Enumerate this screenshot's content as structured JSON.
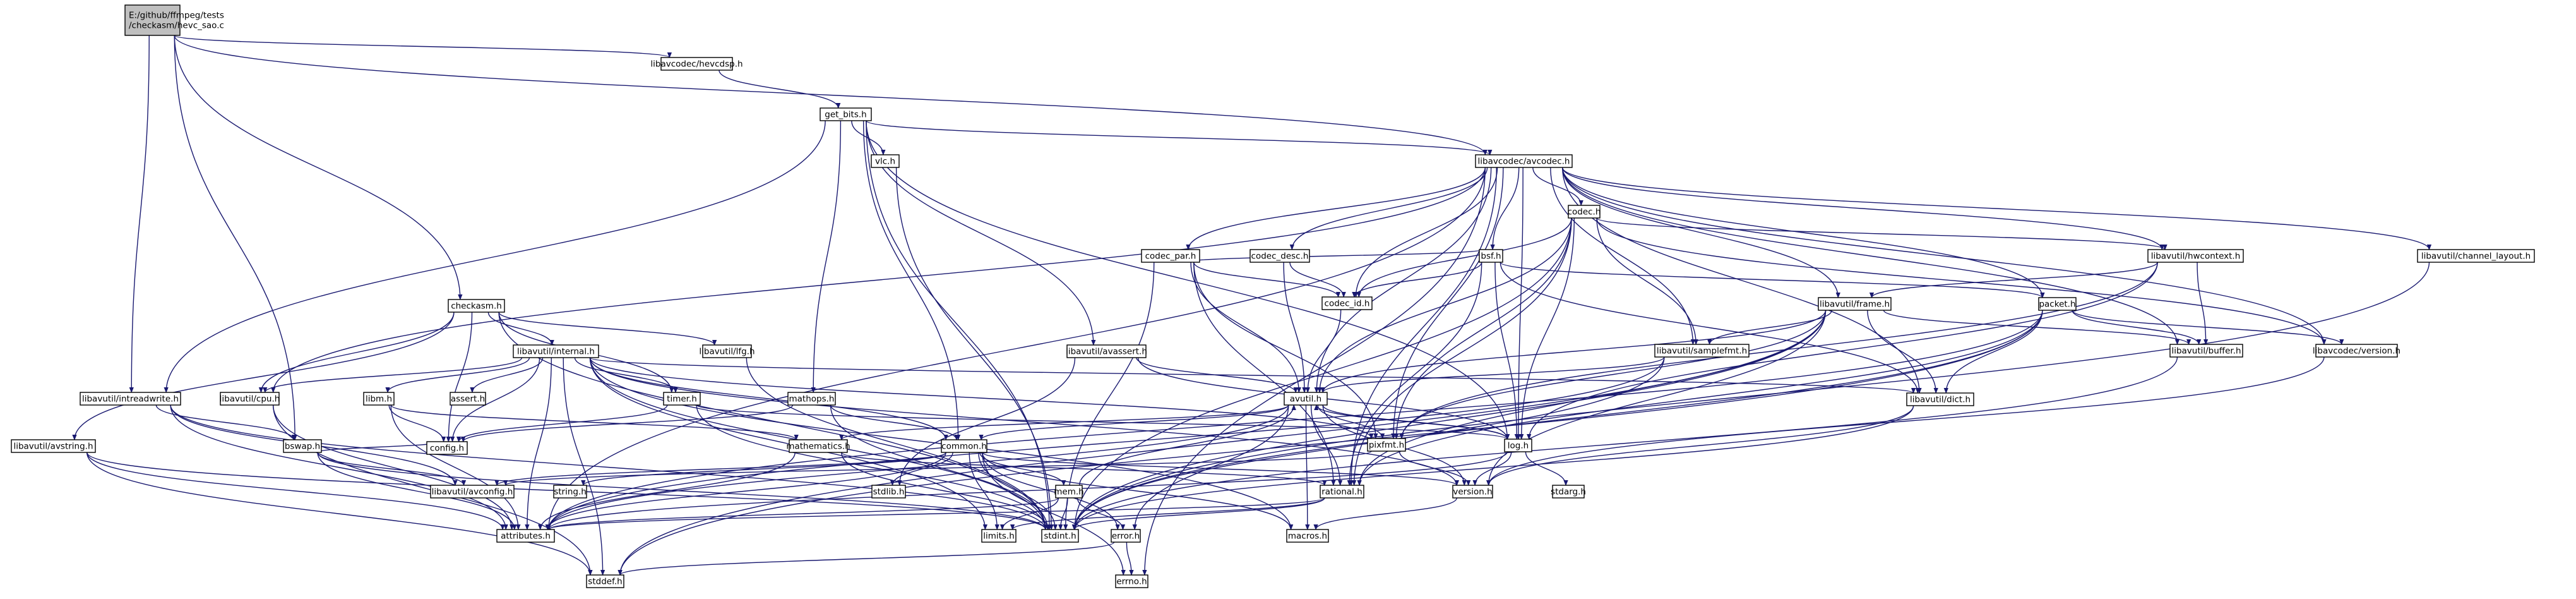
{
  "graph": {
    "title": "",
    "colors": {
      "edge": "#191970",
      "node_fill": "#ffffff",
      "root_fill": "#bfbfbf",
      "node_border": "#000000",
      "truncated_border": "#ff0000"
    },
    "nodes": [
      {
        "id": "root",
        "lines": [
          "E:/github/ffmpeg/tests",
          "/checkasm/hevc_sao.c"
        ],
        "root": true
      },
      {
        "id": "hevcdsp",
        "lines": [
          "libavcodec/hevcdsp.h"
        ]
      },
      {
        "id": "get_bits",
        "lines": [
          "get_bits.h"
        ]
      },
      {
        "id": "vlc",
        "lines": [
          "vlc.h"
        ]
      },
      {
        "id": "avcodec",
        "lines": [
          "libavcodec/avcodec.h"
        ]
      },
      {
        "id": "codec",
        "lines": [
          "codec.h"
        ]
      },
      {
        "id": "bsf",
        "lines": [
          "bsf.h"
        ]
      },
      {
        "id": "codec_par",
        "lines": [
          "codec_par.h"
        ]
      },
      {
        "id": "codec_desc",
        "lines": [
          "codec_desc.h"
        ]
      },
      {
        "id": "codec_id",
        "lines": [
          "codec_id.h"
        ]
      },
      {
        "id": "hwcontext",
        "lines": [
          "libavutil/hwcontext.h"
        ]
      },
      {
        "id": "packet",
        "lines": [
          "packet.h"
        ]
      },
      {
        "id": "frame",
        "lines": [
          "libavutil/frame.h"
        ]
      },
      {
        "id": "samplefmt",
        "lines": [
          "libavutil/samplefmt.h"
        ]
      },
      {
        "id": "buffer",
        "lines": [
          "libavutil/buffer.h"
        ]
      },
      {
        "id": "avc_version",
        "lines": [
          "libavcodec/version.h"
        ]
      },
      {
        "id": "channel_layout",
        "lines": [
          "libavutil/channel_layout.h"
        ]
      },
      {
        "id": "checkasm",
        "lines": [
          "checkasm.h"
        ]
      },
      {
        "id": "internal",
        "lines": [
          "libavutil/internal.h"
        ]
      },
      {
        "id": "lfg",
        "lines": [
          "libavutil/lfg.h"
        ]
      },
      {
        "id": "avassert",
        "lines": [
          "libavutil/avassert.h"
        ]
      },
      {
        "id": "avutil",
        "lines": [
          "avutil.h"
        ]
      },
      {
        "id": "dict",
        "lines": [
          "libavutil/dict.h"
        ]
      },
      {
        "id": "intreadwrite",
        "lines": [
          "libavutil/intreadwrite.h"
        ]
      },
      {
        "id": "cpu",
        "lines": [
          "libavutil/cpu.h"
        ]
      },
      {
        "id": "libm",
        "lines": [
          "libm.h"
        ],
        "truncated": true
      },
      {
        "id": "assert",
        "lines": [
          "assert.h"
        ]
      },
      {
        "id": "timer",
        "lines": [
          "timer.h"
        ],
        "truncated": true
      },
      {
        "id": "mathops",
        "lines": [
          "mathops.h"
        ],
        "truncated": true
      },
      {
        "id": "pixfmt",
        "lines": [
          "pixfmt.h"
        ]
      },
      {
        "id": "log",
        "lines": [
          "log.h"
        ]
      },
      {
        "id": "avstring",
        "lines": [
          "libavutil/avstring.h"
        ]
      },
      {
        "id": "bswap",
        "lines": [
          "bswap.h"
        ]
      },
      {
        "id": "config",
        "lines": [
          "config.h"
        ]
      },
      {
        "id": "mathematics",
        "lines": [
          "mathematics.h"
        ],
        "truncated": true
      },
      {
        "id": "common",
        "lines": [
          "common.h"
        ],
        "truncated": true
      },
      {
        "id": "avconfig",
        "lines": [
          "libavutil/avconfig.h"
        ]
      },
      {
        "id": "string",
        "lines": [
          "string.h"
        ]
      },
      {
        "id": "stdlib",
        "lines": [
          "stdlib.h"
        ]
      },
      {
        "id": "mem",
        "lines": [
          "mem.h"
        ]
      },
      {
        "id": "rational",
        "lines": [
          "rational.h"
        ]
      },
      {
        "id": "version",
        "lines": [
          "version.h"
        ]
      },
      {
        "id": "stdarg",
        "lines": [
          "stdarg.h"
        ]
      },
      {
        "id": "attributes",
        "lines": [
          "attributes.h"
        ]
      },
      {
        "id": "limits",
        "lines": [
          "limits.h"
        ]
      },
      {
        "id": "stdint",
        "lines": [
          "stdint.h"
        ]
      },
      {
        "id": "error",
        "lines": [
          "error.h"
        ]
      },
      {
        "id": "macros",
        "lines": [
          "macros.h"
        ]
      },
      {
        "id": "errno",
        "lines": [
          "errno.h"
        ]
      },
      {
        "id": "stddef",
        "lines": [
          "stddef.h"
        ]
      }
    ],
    "edges": [
      [
        "root",
        "hevcdsp"
      ],
      [
        "root",
        "avcodec"
      ],
      [
        "root",
        "checkasm"
      ],
      [
        "root",
        "intreadwrite"
      ],
      [
        "root",
        "bswap"
      ],
      [
        "hevcdsp",
        "get_bits"
      ],
      [
        "get_bits",
        "avcodec"
      ],
      [
        "get_bits",
        "vlc"
      ],
      [
        "get_bits",
        "intreadwrite"
      ],
      [
        "get_bits",
        "avassert"
      ],
      [
        "get_bits",
        "mathops"
      ],
      [
        "get_bits",
        "common"
      ],
      [
        "get_bits",
        "log"
      ],
      [
        "get_bits",
        "stdint"
      ],
      [
        "vlc",
        "stdint"
      ],
      [
        "avcodec",
        "codec"
      ],
      [
        "avcodec",
        "bsf"
      ],
      [
        "avcodec",
        "codec_par"
      ],
      [
        "avcodec",
        "codec_desc"
      ],
      [
        "avcodec",
        "codec_id"
      ],
      [
        "avcodec",
        "hwcontext"
      ],
      [
        "avcodec",
        "packet"
      ],
      [
        "avcodec",
        "frame"
      ],
      [
        "avcodec",
        "samplefmt"
      ],
      [
        "avcodec",
        "buffer"
      ],
      [
        "avcodec",
        "avc_version"
      ],
      [
        "avcodec",
        "channel_layout"
      ],
      [
        "avcodec",
        "avutil"
      ],
      [
        "avcodec",
        "dict"
      ],
      [
        "avcodec",
        "cpu"
      ],
      [
        "avcodec",
        "pixfmt"
      ],
      [
        "avcodec",
        "log"
      ],
      [
        "avcodec",
        "rational"
      ],
      [
        "avcodec",
        "attributes"
      ],
      [
        "avcodec",
        "errno"
      ],
      [
        "codec",
        "codec_id"
      ],
      [
        "codec",
        "hwcontext"
      ],
      [
        "codec",
        "samplefmt"
      ],
      [
        "codec",
        "avutil"
      ],
      [
        "codec",
        "log"
      ],
      [
        "codec",
        "rational"
      ],
      [
        "codec",
        "pixfmt"
      ],
      [
        "codec",
        "avc_version"
      ],
      [
        "codec",
        "stdint"
      ],
      [
        "bsf",
        "codec_id"
      ],
      [
        "bsf",
        "codec_par"
      ],
      [
        "bsf",
        "packet"
      ],
      [
        "bsf",
        "dict"
      ],
      [
        "bsf",
        "log"
      ],
      [
        "bsf",
        "rational"
      ],
      [
        "codec_par",
        "codec_id"
      ],
      [
        "codec_par",
        "avutil"
      ],
      [
        "codec_par",
        "pixfmt"
      ],
      [
        "codec_par",
        "rational"
      ],
      [
        "codec_par",
        "stdint"
      ],
      [
        "codec_desc",
        "codec_id"
      ],
      [
        "codec_desc",
        "avutil"
      ],
      [
        "codec_id",
        "avutil"
      ],
      [
        "hwcontext",
        "buffer"
      ],
      [
        "hwcontext",
        "frame"
      ],
      [
        "hwcontext",
        "log"
      ],
      [
        "hwcontext",
        "pixfmt"
      ],
      [
        "packet",
        "buffer"
      ],
      [
        "packet",
        "attributes"
      ],
      [
        "packet",
        "dict"
      ],
      [
        "packet",
        "rational"
      ],
      [
        "packet",
        "avc_version"
      ],
      [
        "packet",
        "stdint"
      ],
      [
        "packet",
        "stddef"
      ],
      [
        "frame",
        "avutil"
      ],
      [
        "frame",
        "buffer"
      ],
      [
        "frame",
        "dict"
      ],
      [
        "frame",
        "rational"
      ],
      [
        "frame",
        "samplefmt"
      ],
      [
        "frame",
        "pixfmt"
      ],
      [
        "frame",
        "version"
      ],
      [
        "frame",
        "stdint"
      ],
      [
        "frame",
        "stddef"
      ],
      [
        "samplefmt",
        "avutil"
      ],
      [
        "samplefmt",
        "attributes"
      ],
      [
        "samplefmt",
        "stdint"
      ],
      [
        "buffer",
        "stdint"
      ],
      [
        "avc_version",
        "version"
      ],
      [
        "channel_layout",
        "stdint"
      ],
      [
        "checkasm",
        "internal"
      ],
      [
        "checkasm",
        "lfg"
      ],
      [
        "checkasm",
        "cpu"
      ],
      [
        "checkasm",
        "timer"
      ],
      [
        "checkasm",
        "config"
      ],
      [
        "checkasm",
        "avstring"
      ],
      [
        "checkasm",
        "stdint"
      ],
      [
        "internal",
        "cpu"
      ],
      [
        "internal",
        "libm"
      ],
      [
        "internal",
        "assert"
      ],
      [
        "internal",
        "timer"
      ],
      [
        "internal",
        "dict"
      ],
      [
        "internal",
        "pixfmt"
      ],
      [
        "internal",
        "config"
      ],
      [
        "internal",
        "attributes"
      ],
      [
        "internal",
        "common"
      ],
      [
        "internal",
        "stdint"
      ],
      [
        "internal",
        "limits"
      ],
      [
        "internal",
        "stddef"
      ],
      [
        "internal",
        "version"
      ],
      [
        "internal",
        "macros"
      ],
      [
        "lfg",
        "stdint"
      ],
      [
        "avassert",
        "avutil"
      ],
      [
        "avassert",
        "log"
      ],
      [
        "avassert",
        "stdlib"
      ],
      [
        "avutil",
        "common"
      ],
      [
        "avutil",
        "error"
      ],
      [
        "avutil",
        "rational"
      ],
      [
        "avutil",
        "version"
      ],
      [
        "avutil",
        "macros"
      ],
      [
        "avutil",
        "mathematics"
      ],
      [
        "avutil",
        "log"
      ],
      [
        "avutil",
        "pixfmt"
      ],
      [
        "avutil",
        "attributes"
      ],
      [
        "dict",
        "stdint"
      ],
      [
        "dict",
        "version"
      ],
      [
        "intreadwrite",
        "avconfig"
      ],
      [
        "intreadwrite",
        "attributes"
      ],
      [
        "intreadwrite",
        "bswap"
      ],
      [
        "intreadwrite",
        "stdint"
      ],
      [
        "cpu",
        "attributes"
      ],
      [
        "cpu",
        "stddef"
      ],
      [
        "libm",
        "mathematics"
      ],
      [
        "libm",
        "config"
      ],
      [
        "libm",
        "attributes"
      ],
      [
        "timer",
        "config"
      ],
      [
        "timer",
        "log"
      ],
      [
        "timer",
        "stdint"
      ],
      [
        "mathops",
        "config"
      ],
      [
        "mathops",
        "common"
      ],
      [
        "mathops",
        "stdint"
      ],
      [
        "pixfmt",
        "version"
      ],
      [
        "pixfmt",
        "avconfig"
      ],
      [
        "log",
        "avutil"
      ],
      [
        "log",
        "attributes"
      ],
      [
        "log",
        "version"
      ],
      [
        "log",
        "stdarg"
      ],
      [
        "avstring",
        "attributes"
      ],
      [
        "avstring",
        "stddef"
      ],
      [
        "avstring",
        "stdint"
      ],
      [
        "bswap",
        "avconfig"
      ],
      [
        "bswap",
        "attributes"
      ],
      [
        "bswap",
        "config"
      ],
      [
        "bswap",
        "stdint"
      ],
      [
        "mathematics",
        "attributes"
      ],
      [
        "mathematics",
        "rational"
      ],
      [
        "mathematics",
        "stdint"
      ],
      [
        "mathematics",
        "intfloat"
      ],
      [
        "common",
        "attributes"
      ],
      [
        "common",
        "macros"
      ],
      [
        "common",
        "version"
      ],
      [
        "common",
        "avconfig"
      ],
      [
        "common",
        "errno"
      ],
      [
        "common",
        "limits"
      ],
      [
        "common",
        "stdint"
      ],
      [
        "common",
        "stdlib"
      ],
      [
        "common",
        "string"
      ],
      [
        "common",
        "mem"
      ],
      [
        "common",
        "error"
      ],
      [
        "mem",
        "attributes"
      ],
      [
        "mem",
        "error"
      ],
      [
        "mem",
        "avutil"
      ],
      [
        "mem",
        "limits"
      ],
      [
        "mem",
        "stdint"
      ],
      [
        "rational",
        "attributes"
      ],
      [
        "rational",
        "stdint"
      ],
      [
        "rational",
        "limits"
      ],
      [
        "version",
        "macros"
      ],
      [
        "error",
        "errno"
      ],
      [
        "error",
        "stddef"
      ]
    ]
  }
}
